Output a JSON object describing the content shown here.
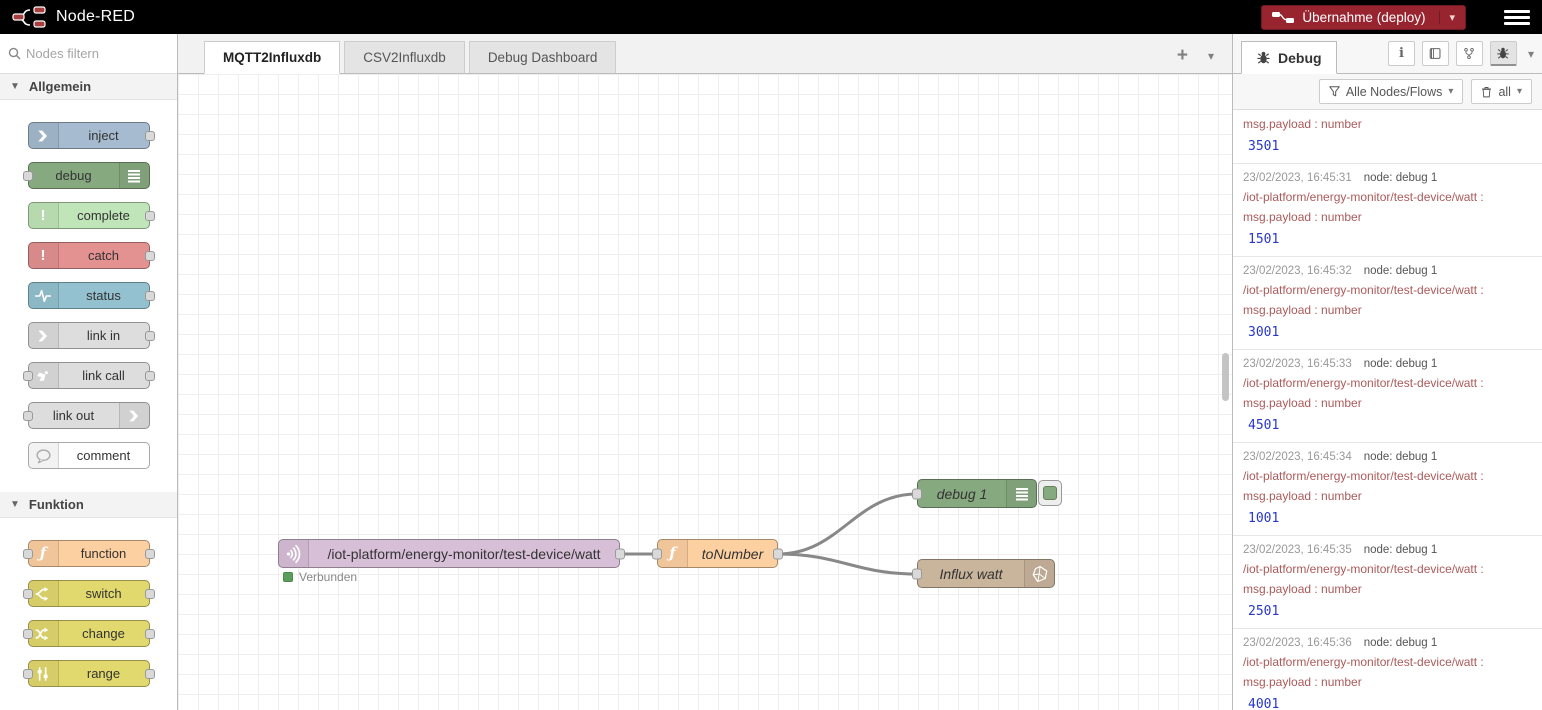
{
  "header": {
    "app_title": "Node-RED",
    "deploy_label": "Übernahme (deploy)"
  },
  "icons": {
    "caret": "▾",
    "plus": "+",
    "exclamation": "!",
    "function_glyph": "ƒ",
    "info_glyph": "i"
  },
  "palette": {
    "filter_placeholder": "Nodes filtern",
    "sections": [
      {
        "label": "Allgemein",
        "items": [
          {
            "label": "inject"
          },
          {
            "label": "debug"
          },
          {
            "label": "complete"
          },
          {
            "label": "catch"
          },
          {
            "label": "status"
          },
          {
            "label": "link in"
          },
          {
            "label": "link call"
          },
          {
            "label": "link out"
          },
          {
            "label": "comment"
          }
        ]
      },
      {
        "label": "Funktion",
        "items": [
          {
            "label": "function"
          },
          {
            "label": "switch"
          },
          {
            "label": "change"
          },
          {
            "label": "range"
          }
        ]
      }
    ]
  },
  "workspace": {
    "tabs": [
      {
        "label": "MQTT2Influxdb",
        "active": true
      },
      {
        "label": "CSV2Influxdb",
        "active": false
      },
      {
        "label": "Debug Dashboard",
        "active": false
      }
    ],
    "nodes": {
      "mqtt": {
        "label": "/iot-platform/energy-monitor/test-device/watt",
        "status": "Verbunden"
      },
      "function": {
        "label": "toNumber"
      },
      "debug": {
        "label": "debug 1"
      },
      "influx": {
        "label": "Influx watt"
      }
    }
  },
  "debug_sidebar": {
    "tab_label": "Debug",
    "filter_label": "Alle Nodes/Flows",
    "clear_label": "all",
    "messages": [
      {
        "payload_label": "msg.payload : number",
        "value": "3501"
      },
      {
        "time": "23/02/2023, 16:45:31",
        "node": "node: debug 1",
        "topic": "/iot-platform/energy-monitor/test-device/watt :",
        "payload_label": "msg.payload : number",
        "value": "1501"
      },
      {
        "time": "23/02/2023, 16:45:32",
        "node": "node: debug 1",
        "topic": "/iot-platform/energy-monitor/test-device/watt :",
        "payload_label": "msg.payload : number",
        "value": "3001"
      },
      {
        "time": "23/02/2023, 16:45:33",
        "node": "node: debug 1",
        "topic": "/iot-platform/energy-monitor/test-device/watt :",
        "payload_label": "msg.payload : number",
        "value": "4501"
      },
      {
        "time": "23/02/2023, 16:45:34",
        "node": "node: debug 1",
        "topic": "/iot-platform/energy-monitor/test-device/watt :",
        "payload_label": "msg.payload : number",
        "value": "1001"
      },
      {
        "time": "23/02/2023, 16:45:35",
        "node": "node: debug 1",
        "topic": "/iot-platform/energy-monitor/test-device/watt :",
        "payload_label": "msg.payload : number",
        "value": "2501"
      },
      {
        "time": "23/02/2023, 16:45:36",
        "node": "node: debug 1",
        "topic": "/iot-platform/energy-monitor/test-device/watt :",
        "payload_label": "msg.payload : number",
        "value": "4001"
      }
    ]
  },
  "colors": {
    "header_bg": "#000000",
    "deploy_button": "#98242f",
    "node_inject": "#a6bbcf",
    "node_debug": "#87a980",
    "node_complete": "#c0e5b8",
    "node_catch": "#e49191",
    "node_status": "#94c1d0",
    "node_link": "#dddddd",
    "node_comment": "#ffffff",
    "node_function": "#fdd0a2",
    "node_yellow": "#e2d96e",
    "node_mqtt": "#d8bfd8",
    "node_influx": "#c9b49c",
    "status_connected": "#5a9e5a",
    "debug_topic_text": "#ab5a5a",
    "debug_value_text": "#2836cc",
    "wire": "#888888"
  }
}
